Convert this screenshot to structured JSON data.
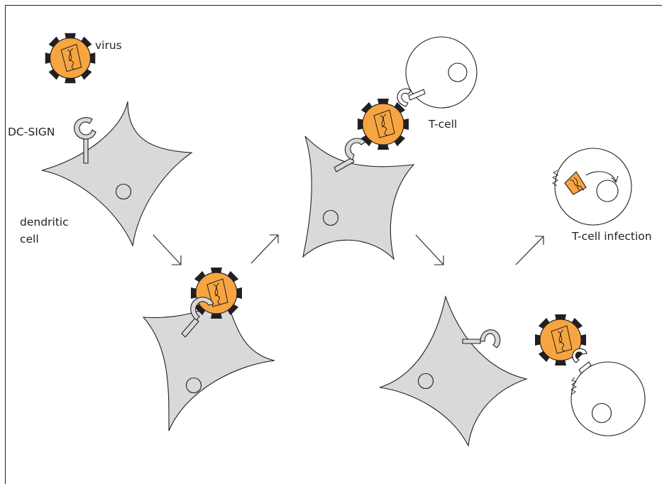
{
  "labels": {
    "virus": "virus",
    "dc_sign": "DC-SIGN",
    "dendritic_line1": "dendritic",
    "dendritic_line2": "cell",
    "t_cell": "T-cell",
    "t_cell_infection": "T-cell infection"
  },
  "colors": {
    "virus_fill": "#f7a541",
    "cell_fill": "#d9d9da",
    "stroke": "#231f20"
  }
}
